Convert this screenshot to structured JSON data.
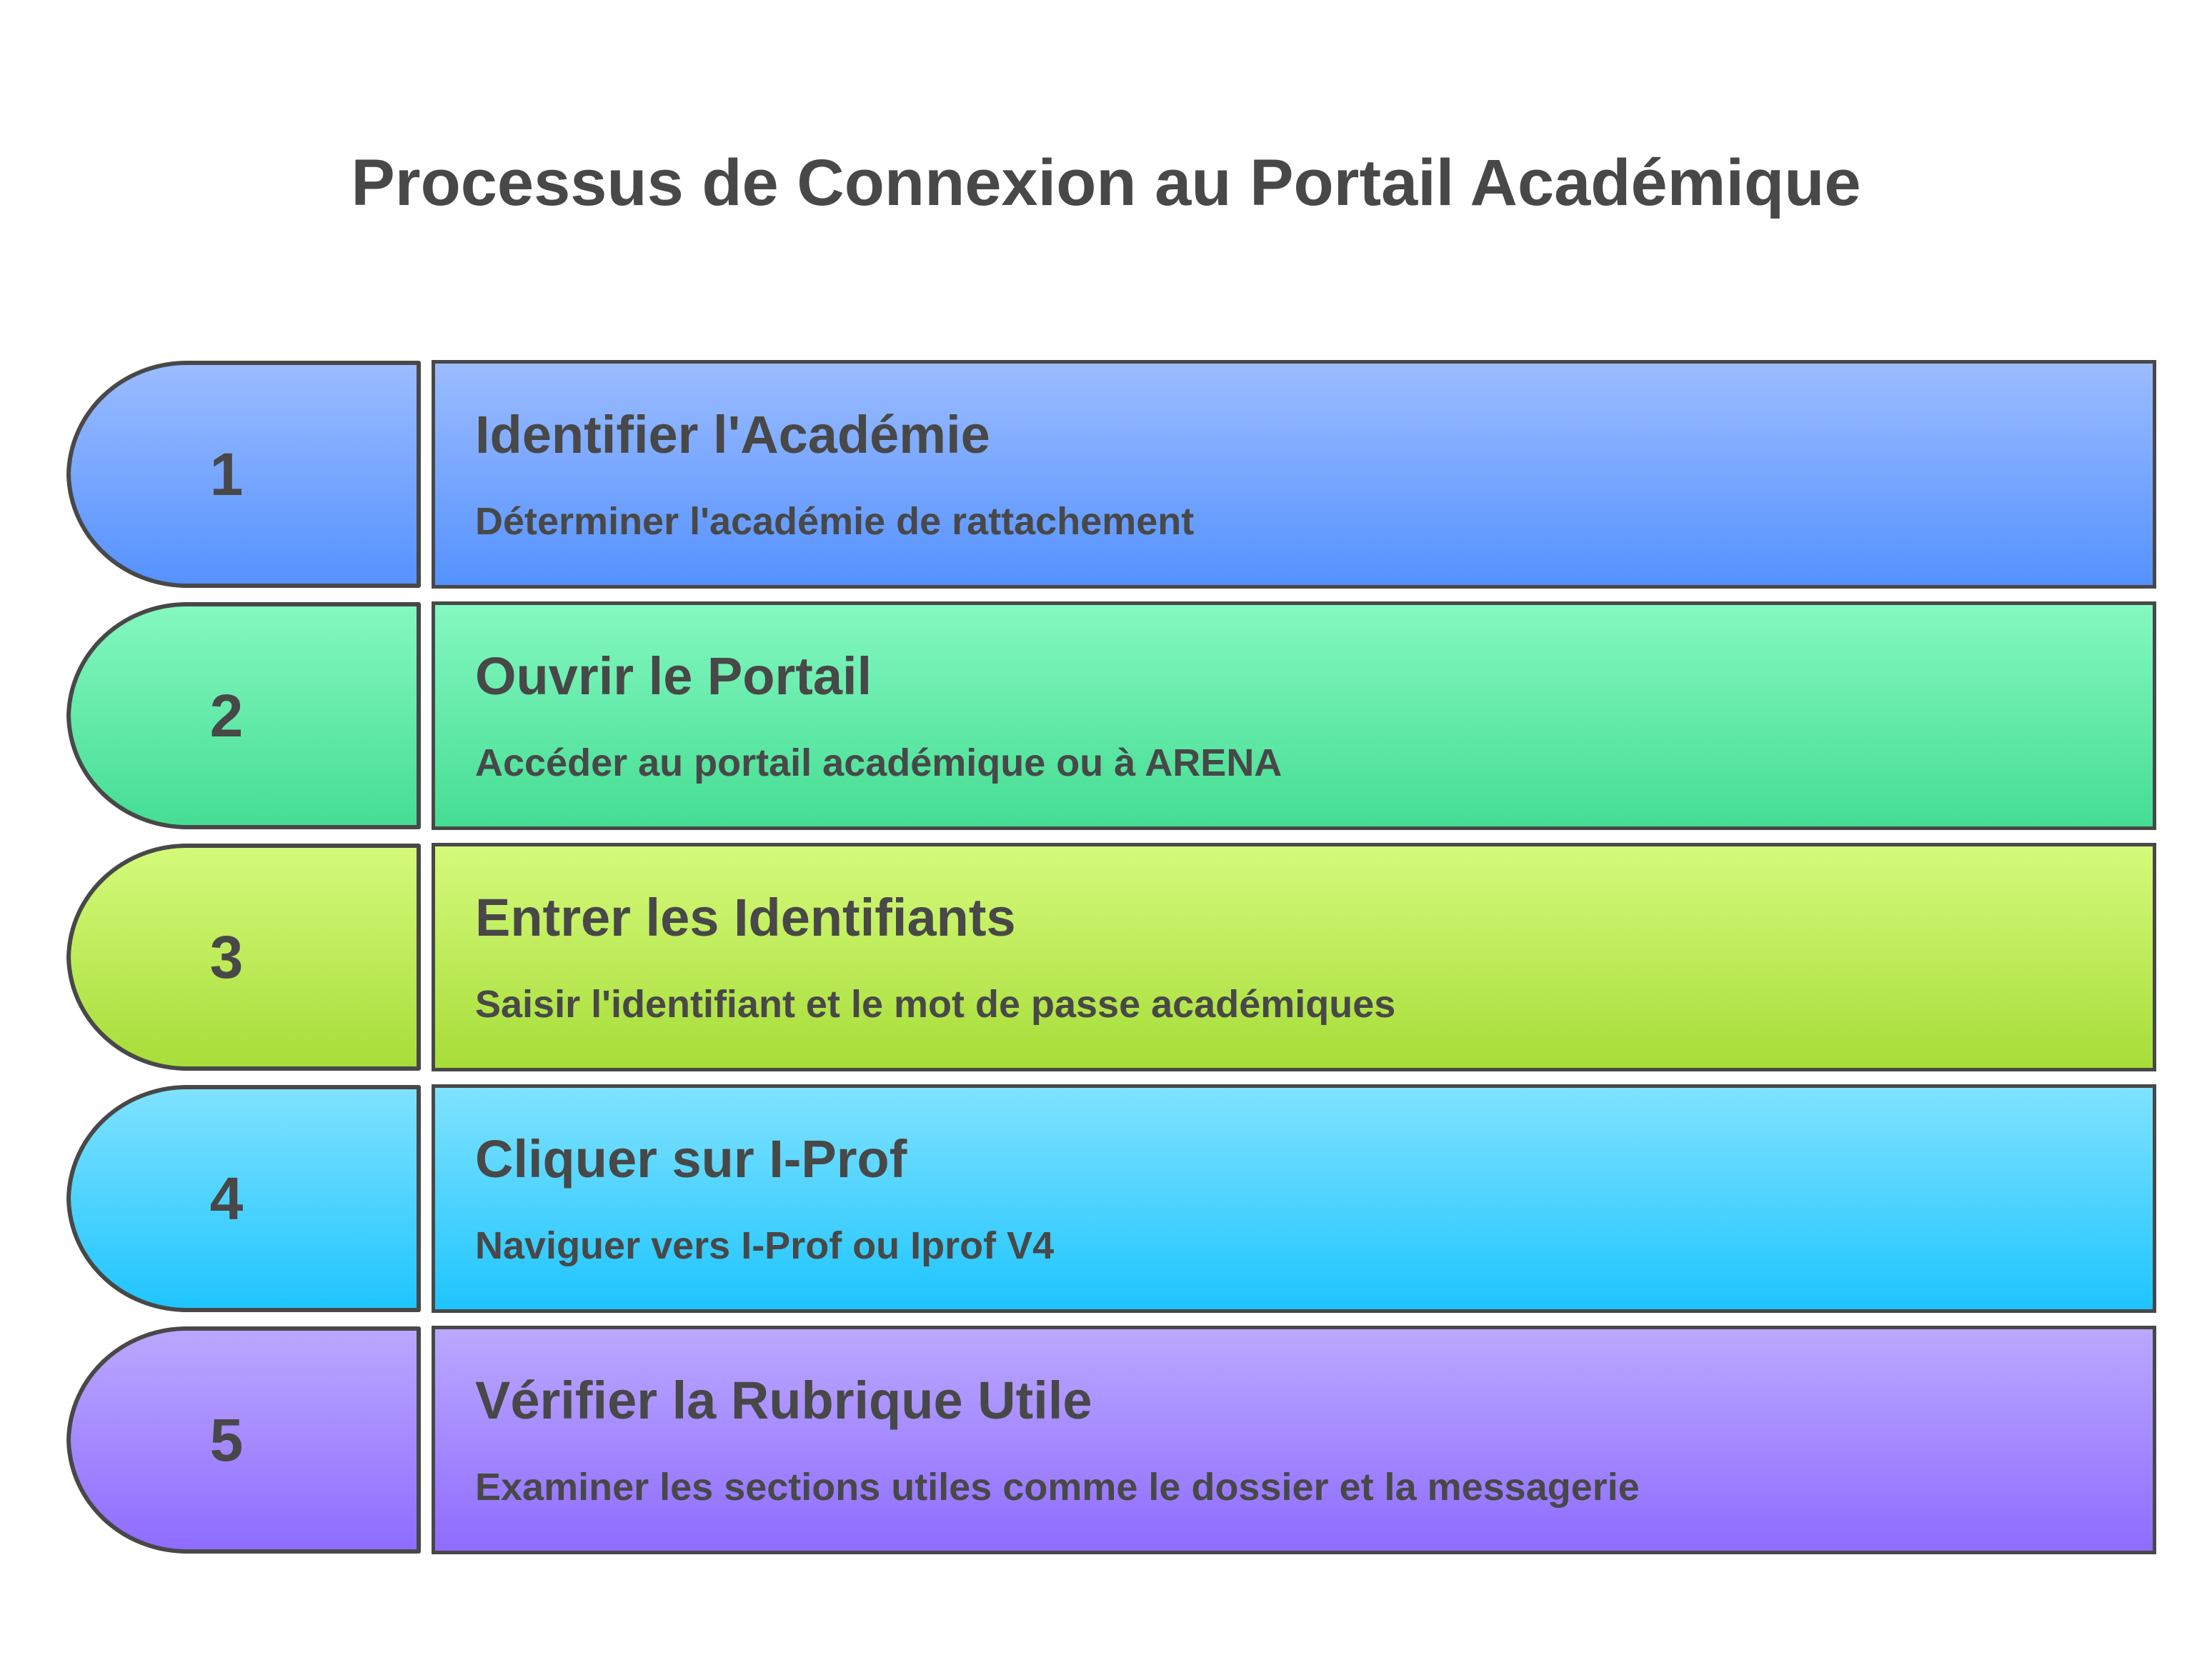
{
  "title": "Processus de Connexion au Portail Académique",
  "steps": [
    {
      "number": "1",
      "title": "Identifier l'Académie",
      "description": "Déterminer l'académie de rattachement",
      "color_top": "#9bbcff",
      "color_bottom": "#5592ff"
    },
    {
      "number": "2",
      "title": "Ouvrir le Portail",
      "description": "Accéder au portail académique ou à ARENA",
      "color_top": "#84f8c0",
      "color_bottom": "#45dd93"
    },
    {
      "number": "3",
      "title": "Entrer les Identifiants",
      "description": "Saisir l'identifiant et le mot de passe académiques",
      "color_top": "#d5fa7b",
      "color_bottom": "#a7dd39"
    },
    {
      "number": "4",
      "title": "Cliquer sur I-Prof",
      "description": "Naviguer vers I-Prof ou Iprof V4",
      "color_top": "#80e2ff",
      "color_bottom": "#1ec5ff"
    },
    {
      "number": "5",
      "title": "Vérifier la Rubrique Utile",
      "description": "Examiner les sections utiles comme le dossier et la messagerie",
      "color_top": "#bba8ff",
      "color_bottom": "#8e6cff"
    }
  ],
  "colors": {
    "outline": "#484848",
    "text": "#484848",
    "background": "#ffffff"
  }
}
